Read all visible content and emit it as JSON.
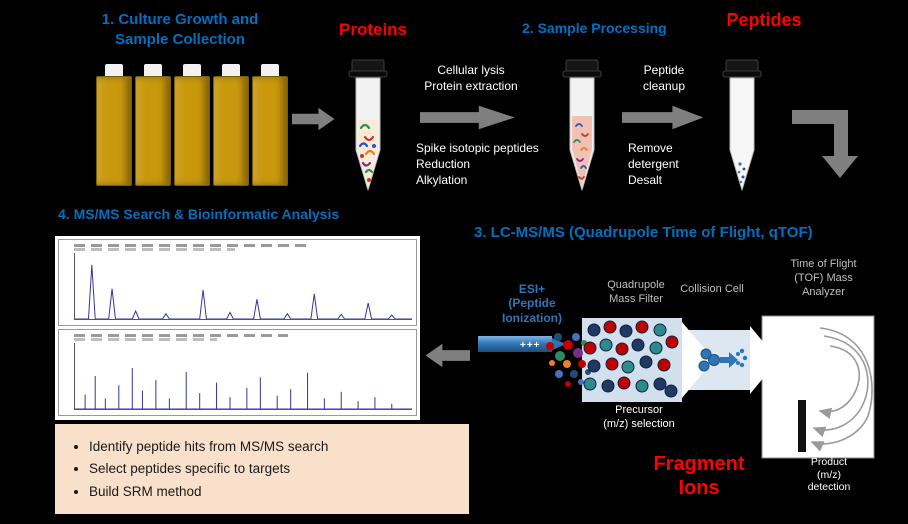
{
  "palette": {
    "background": "#000000",
    "heading_blue": "#0070C0",
    "accent_red": "#FF0000",
    "arrow_gray": "#7F7F7F",
    "flask_gold": "#C9980D",
    "summary_bg": "#F8E0CB",
    "instrument_label_gray": "#BFBFBF",
    "peak_blue": "#3535A0",
    "esi_blue": "#2E75B6",
    "quad_dot_colors": [
      "#1F3864",
      "#C00000",
      "#2E8B8B"
    ],
    "spray_colors": [
      "#C00000",
      "#1F4E79",
      "#2E8B57",
      "#ED7D31",
      "#4472C4",
      "#7B2D8B"
    ]
  },
  "top_flow": {
    "step1_title": "1. Culture Growth and\nSample Collection",
    "proteins_label": "Proteins",
    "lysis_text": "Cellular lysis\nProtein extraction",
    "spike_text": "Spike isotopic peptides\nReduction\nAlkylation",
    "step2_title": "2. Sample Processing",
    "cleanup_text": "Peptide\ncleanup",
    "remove_text": "Remove\ndetergent\nDesalt",
    "peptides_label": "Peptides"
  },
  "bottom_flow": {
    "step4_title": "4. MS/MS Search & Bioinformatic Analysis",
    "step3_title": "3. LC-MS/MS (Quadrupole Time of Flight, qTOF)",
    "esi_label": "ESI+\n(Peptide\nIonization)",
    "esi_charge": "+++",
    "quadrupole_label": "Quadrupole\nMass Filter",
    "collision_label": "Collision Cell",
    "tof_label": "Time of Flight\n(TOF) Mass\nAnalyzer",
    "precursor_label": "Precursor\n(m/z) selection",
    "fragment_label": "Fragment\nIons",
    "product_label": "Product\n(m/z)\ndetection"
  },
  "summary_box": {
    "bullets": [
      "Identify peptide hits from MS/MS search",
      "Select peptides specific to targets",
      "Build SRM method"
    ]
  },
  "chart_data": {
    "panels": [
      {
        "type": "chromatogram",
        "peaks": [
          [
            5,
            82
          ],
          [
            11,
            46
          ],
          [
            18,
            12
          ],
          [
            27,
            8
          ],
          [
            38,
            44
          ],
          [
            46,
            10
          ],
          [
            54,
            30
          ],
          [
            63,
            8
          ],
          [
            71,
            38
          ],
          [
            79,
            7
          ],
          [
            87,
            24
          ],
          [
            94,
            6
          ]
        ]
      },
      {
        "type": "ms_spectrum",
        "peaks": [
          [
            3,
            22
          ],
          [
            6,
            50
          ],
          [
            9,
            16
          ],
          [
            13,
            36
          ],
          [
            17,
            62
          ],
          [
            20,
            28
          ],
          [
            24,
            44
          ],
          [
            28,
            16
          ],
          [
            33,
            56
          ],
          [
            37,
            24
          ],
          [
            42,
            40
          ],
          [
            46,
            18
          ],
          [
            51,
            32
          ],
          [
            55,
            48
          ],
          [
            60,
            20
          ],
          [
            64,
            30
          ],
          [
            69,
            55
          ],
          [
            74,
            16
          ],
          [
            79,
            26
          ],
          [
            84,
            12
          ],
          [
            89,
            18
          ],
          [
            94,
            8
          ]
        ]
      }
    ]
  }
}
